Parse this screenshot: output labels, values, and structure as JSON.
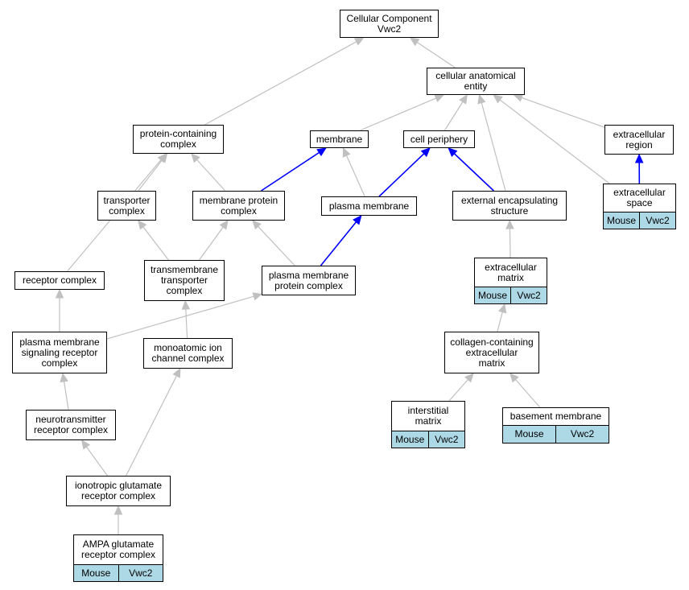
{
  "colors": {
    "edge_default": "#c0c0c0",
    "edge_highlight": "#0000ff",
    "annotation_bg": "#add8e6",
    "node_border": "#000000"
  },
  "nodes": {
    "root": {
      "label": "Cellular Component\nVwc2"
    },
    "cellular_anatomical_entity": {
      "label": "cellular anatomical\nentity"
    },
    "protein_containing_complex": {
      "label": "protein-containing\ncomplex"
    },
    "membrane": {
      "label": "membrane"
    },
    "cell_periphery": {
      "label": "cell periphery"
    },
    "extracellular_region": {
      "label": "extracellular\nregion"
    },
    "transporter_complex": {
      "label": "transporter\ncomplex"
    },
    "membrane_protein_complex": {
      "label": "membrane protein\ncomplex"
    },
    "plasma_membrane": {
      "label": "plasma membrane"
    },
    "external_encapsulating_structure": {
      "label": "external encapsulating\nstructure"
    },
    "extracellular_space": {
      "label": "extracellular\nspace",
      "species": "Mouse",
      "gene": "Vwc2"
    },
    "receptor_complex": {
      "label": "receptor complex"
    },
    "transmembrane_transporter_complex": {
      "label": "transmembrane\ntransporter\ncomplex"
    },
    "plasma_membrane_protein_complex": {
      "label": "plasma membrane\nprotein complex"
    },
    "extracellular_matrix": {
      "label": "extracellular\nmatrix",
      "species": "Mouse",
      "gene": "Vwc2"
    },
    "pm_signaling_receptor_complex": {
      "label": "plasma membrane\nsignaling receptor\ncomplex"
    },
    "monoatomic_ion_channel_complex": {
      "label": "monoatomic ion\nchannel complex"
    },
    "collagen_containing_ecm": {
      "label": "collagen-containing\nextracellular\nmatrix"
    },
    "interstitial_matrix": {
      "label": "interstitial\nmatrix",
      "species": "Mouse",
      "gene": "Vwc2"
    },
    "basement_membrane": {
      "label": "basement membrane",
      "species": "Mouse",
      "gene": "Vwc2"
    },
    "neurotransmitter_receptor_complex": {
      "label": "neurotransmitter\nreceptor complex"
    },
    "ionotropic_glutamate_receptor_complex": {
      "label": "ionotropic glutamate\nreceptor complex"
    },
    "ampa_glutamate_receptor_complex": {
      "label": "AMPA glutamate\nreceptor complex",
      "species": "Mouse",
      "gene": "Vwc2"
    }
  },
  "edges": [
    {
      "from": "cellular_anatomical_entity",
      "to": "root",
      "highlight": false
    },
    {
      "from": "protein_containing_complex",
      "to": "root",
      "highlight": false
    },
    {
      "from": "membrane",
      "to": "cellular_anatomical_entity",
      "highlight": false
    },
    {
      "from": "cell_periphery",
      "to": "cellular_anatomical_entity",
      "highlight": false
    },
    {
      "from": "external_encapsulating_structure",
      "to": "cellular_anatomical_entity",
      "highlight": false
    },
    {
      "from": "extracellular_space",
      "to": "cellular_anatomical_entity",
      "highlight": false
    },
    {
      "from": "extracellular_region",
      "to": "cellular_anatomical_entity",
      "highlight": false
    },
    {
      "from": "extracellular_space",
      "to": "extracellular_region",
      "highlight": true
    },
    {
      "from": "transporter_complex",
      "to": "protein_containing_complex",
      "highlight": false
    },
    {
      "from": "membrane_protein_complex",
      "to": "protein_containing_complex",
      "highlight": false
    },
    {
      "from": "receptor_complex",
      "to": "protein_containing_complex",
      "highlight": false
    },
    {
      "from": "membrane_protein_complex",
      "to": "membrane",
      "highlight": true
    },
    {
      "from": "plasma_membrane",
      "to": "membrane",
      "highlight": false
    },
    {
      "from": "plasma_membrane",
      "to": "cell_periphery",
      "highlight": true
    },
    {
      "from": "external_encapsulating_structure",
      "to": "cell_periphery",
      "highlight": true
    },
    {
      "from": "transmembrane_transporter_complex",
      "to": "transporter_complex",
      "highlight": false
    },
    {
      "from": "transmembrane_transporter_complex",
      "to": "membrane_protein_complex",
      "highlight": false
    },
    {
      "from": "plasma_membrane_protein_complex",
      "to": "membrane_protein_complex",
      "highlight": false
    },
    {
      "from": "plasma_membrane_protein_complex",
      "to": "plasma_membrane",
      "highlight": true
    },
    {
      "from": "extracellular_matrix",
      "to": "external_encapsulating_structure",
      "highlight": false
    },
    {
      "from": "pm_signaling_receptor_complex",
      "to": "receptor_complex",
      "highlight": false
    },
    {
      "from": "pm_signaling_receptor_complex",
      "to": "plasma_membrane_protein_complex",
      "highlight": false
    },
    {
      "from": "monoatomic_ion_channel_complex",
      "to": "transmembrane_transporter_complex",
      "highlight": false
    },
    {
      "from": "collagen_containing_ecm",
      "to": "extracellular_matrix",
      "highlight": false
    },
    {
      "from": "interstitial_matrix",
      "to": "collagen_containing_ecm",
      "highlight": false
    },
    {
      "from": "basement_membrane",
      "to": "collagen_containing_ecm",
      "highlight": false
    },
    {
      "from": "neurotransmitter_receptor_complex",
      "to": "pm_signaling_receptor_complex",
      "highlight": false
    },
    {
      "from": "ionotropic_glutamate_receptor_complex",
      "to": "neurotransmitter_receptor_complex",
      "highlight": false
    },
    {
      "from": "ionotropic_glutamate_receptor_complex",
      "to": "monoatomic_ion_channel_complex",
      "highlight": false
    },
    {
      "from": "ampa_glutamate_receptor_complex",
      "to": "ionotropic_glutamate_receptor_complex",
      "highlight": false
    }
  ]
}
